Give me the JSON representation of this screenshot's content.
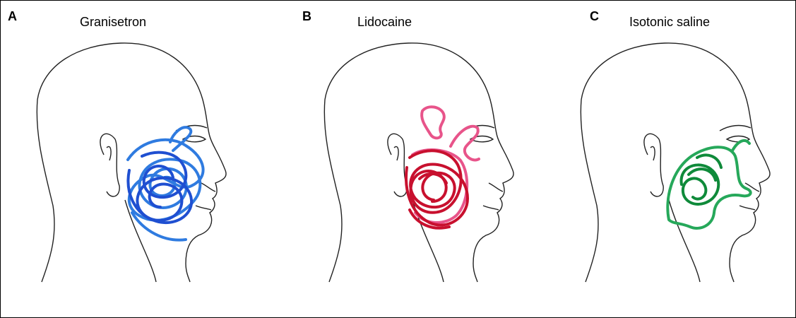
{
  "panels": [
    {
      "letter": "A",
      "title": "Granisetron",
      "color": "#1f4fd1",
      "color_light": "#2f7be0"
    },
    {
      "letter": "B",
      "title": "Lidocaine",
      "color": "#c8102e",
      "color_light": "#e8548a"
    },
    {
      "letter": "C",
      "title": "Isotonic saline",
      "color": "#0f8a3a",
      "color_light": "#26a85a"
    }
  ]
}
